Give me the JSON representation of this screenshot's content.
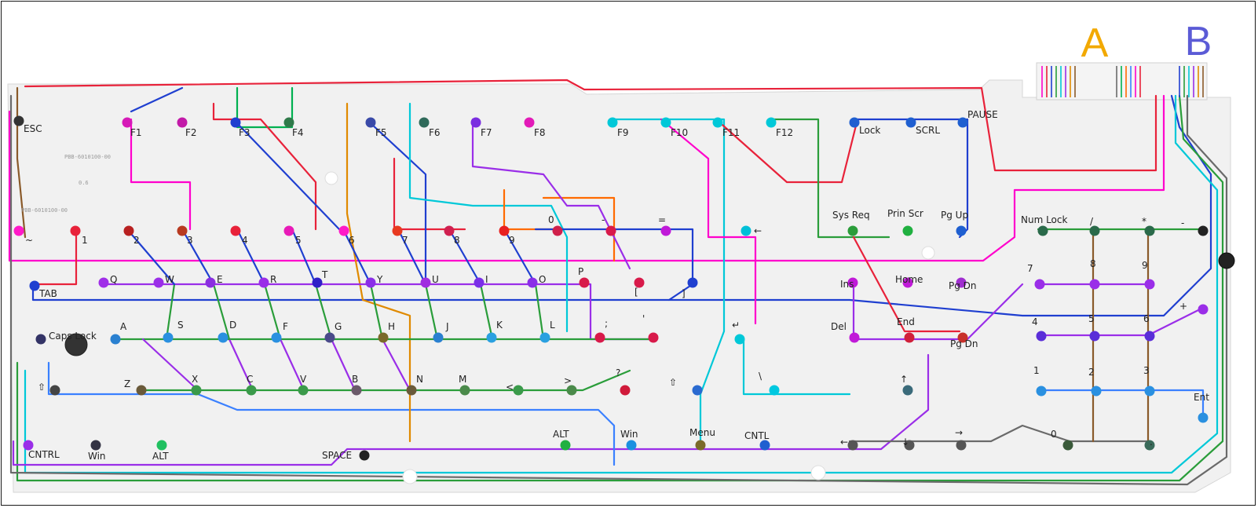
{
  "labels": {
    "connector_a": "A",
    "connector_b": "B",
    "pcb_code_1": "PBB-6010100-00",
    "pcb_code_2": "PBB-6010100-00",
    "rev": "0.6"
  },
  "colors": {
    "connector_a": "#f2a900",
    "connector_b": "#5b5bd6",
    "board": "#f1f1f1",
    "palette": [
      "#ff00cc",
      "#e8223a",
      "#1f3fd0",
      "#2a9d3a",
      "#00c8d8",
      "#9a2ee8",
      "#e08a00",
      "#8a5a2a",
      "#6a6a6a",
      "#00b050",
      "#ff6a00",
      "#3a80ff"
    ]
  },
  "keys": [
    {
      "label": "ESC"
    },
    {
      "label": "F1"
    },
    {
      "label": "F2"
    },
    {
      "label": "F3"
    },
    {
      "label": "F4"
    },
    {
      "label": "F5"
    },
    {
      "label": "F6"
    },
    {
      "label": "F7"
    },
    {
      "label": "F8"
    },
    {
      "label": "F9"
    },
    {
      "label": "F10"
    },
    {
      "label": "F11"
    },
    {
      "label": "F12"
    },
    {
      "label": "Lock"
    },
    {
      "label": "SCRL"
    },
    {
      "label": "PAUSE"
    },
    {
      "label": "~"
    },
    {
      "label": "1"
    },
    {
      "label": "2"
    },
    {
      "label": "3"
    },
    {
      "label": "4"
    },
    {
      "label": "5"
    },
    {
      "label": "6"
    },
    {
      "label": "7"
    },
    {
      "label": "8"
    },
    {
      "label": "9"
    },
    {
      "label": "0"
    },
    {
      "label": "-"
    },
    {
      "label": "="
    },
    {
      "label": "←"
    },
    {
      "label": "Sys Req"
    },
    {
      "label": "Prin Scr"
    },
    {
      "label": "Pg Up"
    },
    {
      "label": "TAB"
    },
    {
      "label": "Q"
    },
    {
      "label": "W"
    },
    {
      "label": "E"
    },
    {
      "label": "R"
    },
    {
      "label": "T"
    },
    {
      "label": "Y"
    },
    {
      "label": "U"
    },
    {
      "label": "I"
    },
    {
      "label": "O"
    },
    {
      "label": "P"
    },
    {
      "label": "["
    },
    {
      "label": "]"
    },
    {
      "label": "Ins"
    },
    {
      "label": "Home"
    },
    {
      "label": "Pg Dn"
    },
    {
      "label": "Caps Lock"
    },
    {
      "label": "A"
    },
    {
      "label": "S"
    },
    {
      "label": "D"
    },
    {
      "label": "F"
    },
    {
      "label": "G"
    },
    {
      "label": "H"
    },
    {
      "label": "J"
    },
    {
      "label": "K"
    },
    {
      "label": "L"
    },
    {
      "label": ";"
    },
    {
      "label": "'"
    },
    {
      "label": "↵"
    },
    {
      "label": "Del"
    },
    {
      "label": "End"
    },
    {
      "label": "Pg Dn"
    },
    {
      "label": "⇧"
    },
    {
      "label": "Z"
    },
    {
      "label": "X"
    },
    {
      "label": "C"
    },
    {
      "label": "V"
    },
    {
      "label": "B"
    },
    {
      "label": "N"
    },
    {
      "label": "M"
    },
    {
      "label": "<"
    },
    {
      "label": ">"
    },
    {
      "label": "?"
    },
    {
      "label": "⇧"
    },
    {
      "label": "\\"
    },
    {
      "label": "↑"
    },
    {
      "label": "CNTRL"
    },
    {
      "label": "Win"
    },
    {
      "label": "ALT"
    },
    {
      "label": "SPACE"
    },
    {
      "label": "ALT"
    },
    {
      "label": "Win"
    },
    {
      "label": "Menu"
    },
    {
      "label": "CNTL"
    },
    {
      "label": "←"
    },
    {
      "label": "↓"
    },
    {
      "label": "→"
    },
    {
      "label": "Num Lock"
    },
    {
      "label": "/"
    },
    {
      "label": "*"
    },
    {
      "label": "-"
    },
    {
      "label": "7"
    },
    {
      "label": "8"
    },
    {
      "label": "9"
    },
    {
      "label": "+"
    },
    {
      "label": "4"
    },
    {
      "label": "5"
    },
    {
      "label": "6"
    },
    {
      "label": "1"
    },
    {
      "label": "2"
    },
    {
      "label": "3"
    },
    {
      "label": "Ent"
    },
    {
      "label": "0"
    },
    {
      "label": "."
    }
  ]
}
